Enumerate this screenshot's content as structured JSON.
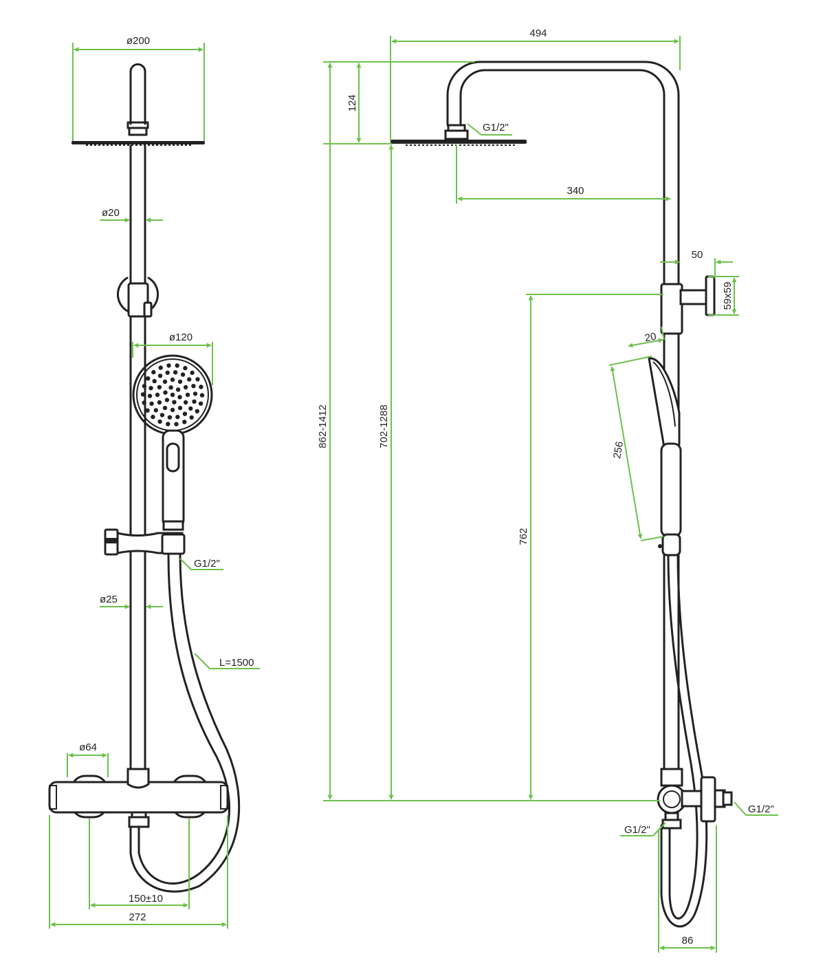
{
  "dimensions": {
    "head_diameter": "ø200",
    "riser_diameter": "ø20",
    "hand_shower_diameter": "ø120",
    "hose_thread": "G1/2\"",
    "lower_pipe_diameter": "ø25",
    "hose_length": "L=1500",
    "knob_diameter": "ø64",
    "connection_spacing": "150±10",
    "mixer_width": "272",
    "total_reach": "494",
    "head_drop": "124",
    "head_thread": "G1/2\"",
    "head_offset": "340",
    "holder_depth": "50",
    "holder_plate": "59x59",
    "hand_depth": "20",
    "hand_length": "256",
    "total_height": "862-1412",
    "head_height": "702-1288",
    "holder_height": "762",
    "inlet_thread": "G1/2\"",
    "outlet_thread": "G1/2\"",
    "mixer_depth": "86"
  },
  "colors": {
    "dimension": "#6cc04a",
    "drawing": "#222222"
  }
}
